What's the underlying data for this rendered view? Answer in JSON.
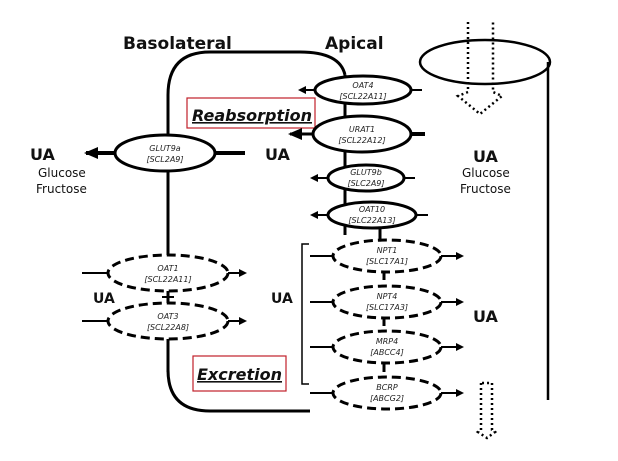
{
  "diagram": {
    "labels": {
      "basolateral": "Basolateral",
      "apical": "Apical",
      "reabsorption": "Reabsorption",
      "excretion": "Excretion"
    },
    "substrates": {
      "ua": "UA",
      "glucose": "Glucose",
      "fructose": "Fructose"
    },
    "basolateral_transporters": [
      {
        "name": "GLUT9a",
        "gene": "[SCL2A9]",
        "style": "solid"
      },
      {
        "name": "OAT1",
        "gene": "[SCL22A11]",
        "style": "dashed"
      },
      {
        "name": "OAT3",
        "gene": "[SCL22A8]",
        "style": "dashed"
      }
    ],
    "apical_transporters": [
      {
        "name": "OAT4",
        "gene": "[SCL22A11]",
        "style": "solid"
      },
      {
        "name": "URAT1",
        "gene": "[SCL22A12]",
        "style": "solid"
      },
      {
        "name": "GLUT9b",
        "gene": "[SLC2A9]",
        "style": "solid"
      },
      {
        "name": "OAT10",
        "gene": "[SLC22A13]",
        "style": "solid"
      },
      {
        "name": "NPT1",
        "gene": "[SLC17A1]",
        "style": "dashed"
      },
      {
        "name": "NPT4",
        "gene": "[SLC17A3]",
        "style": "dashed"
      },
      {
        "name": "MRP4",
        "gene": "[ABCC4]",
        "style": "dashed"
      },
      {
        "name": "BCRP",
        "gene": "[ABCG2]",
        "style": "dashed"
      }
    ],
    "colors": {
      "line": "#000000",
      "box_border": "#c0202a"
    }
  }
}
